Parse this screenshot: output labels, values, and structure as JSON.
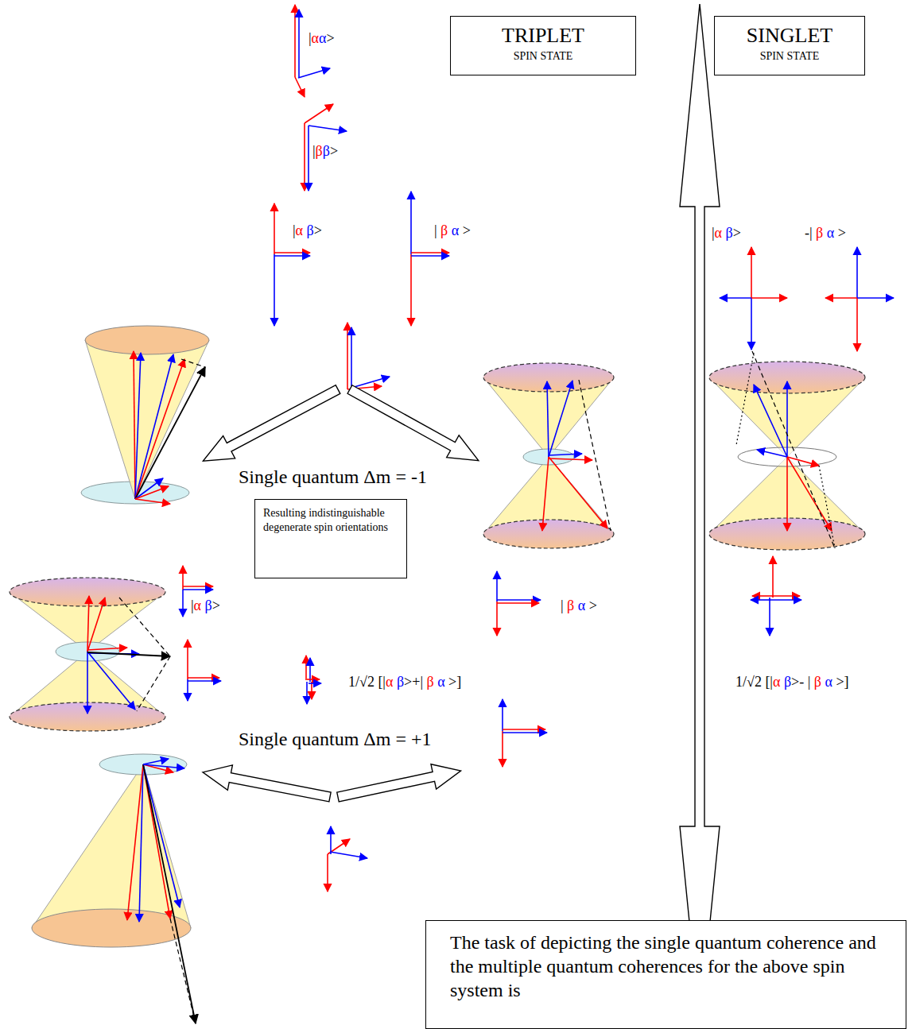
{
  "diagram": {
    "nodes": [
      {
        "text": [
          "TRIPLET",
          "SPIN STATE"
        ]
      },
      {
        "text": [
          "SINGLET",
          "SPIN STATE"
        ]
      },
      {
        "text": [
          "Resulting indistinguishable degenerate spin orientations"
        ]
      },
      {
        "text": [
          "The task of depicting the single quantum coherence and the multiple quantum coherences for the above spin system is"
        ]
      }
    ],
    "labels": [
      "|αα>",
      "|ββ>",
      "|α β>",
      "| β α >",
      "|α β>",
      "-| β α >",
      "Single quantum Δm = -1",
      "|α β>",
      "| β α >",
      "1/√2 [|α β>+| β α >]",
      "1/√2 [|α β>- | β α >]",
      "Single quantum Δm = +1"
    ]
  }
}
